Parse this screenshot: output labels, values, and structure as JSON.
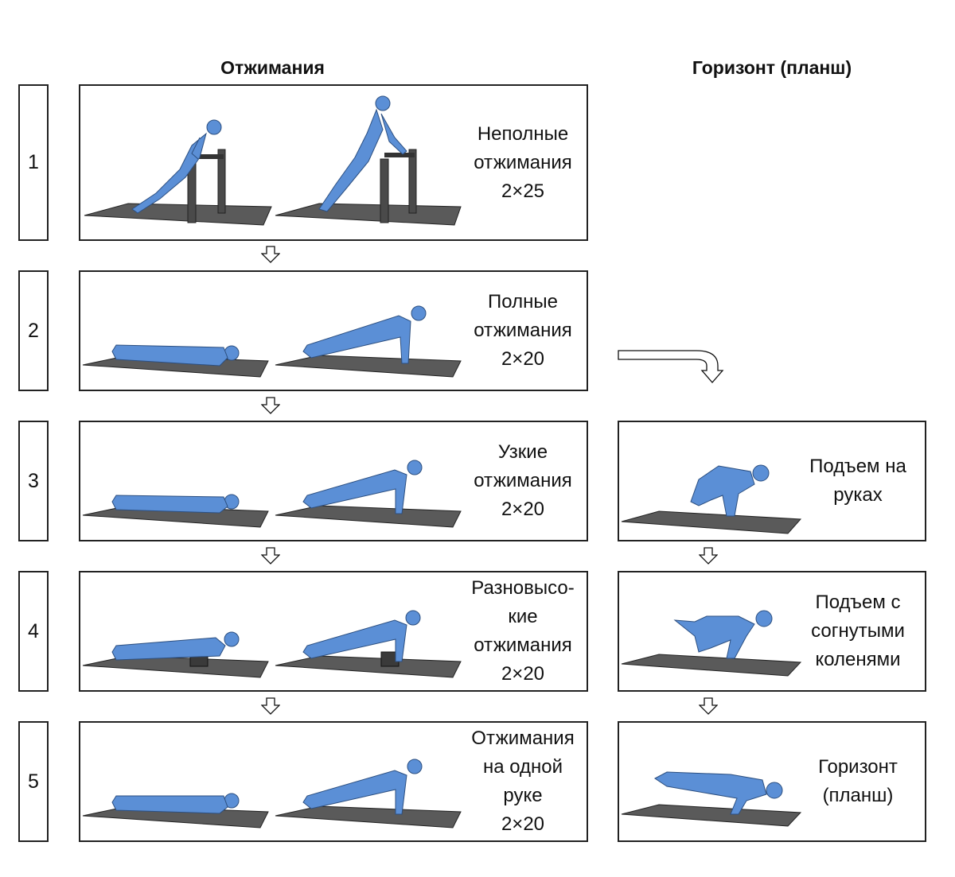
{
  "columns": {
    "pushups": "Отжимания",
    "planche": "Горизонт (планш)"
  },
  "levels": [
    "1",
    "2",
    "3",
    "4",
    "5"
  ],
  "pushup_steps": [
    {
      "lines": [
        "Неполные",
        "отжимания",
        "2×25"
      ],
      "figures": [
        "incline-bar-down",
        "incline-bar-up"
      ]
    },
    {
      "lines": [
        "Полные",
        "отжимания",
        "2×20"
      ],
      "figures": [
        "pushup-down",
        "pushup-up"
      ]
    },
    {
      "lines": [
        "Узкие",
        "отжимания",
        "2×20"
      ],
      "figures": [
        "pushup-down",
        "pushup-up"
      ]
    },
    {
      "lines": [
        "Разновысо-",
        "кие",
        "отжимания",
        "2×20"
      ],
      "figures": [
        "pushup-block-down",
        "pushup-block-up"
      ]
    },
    {
      "lines": [
        "Отжимания",
        "на одной",
        "руке",
        "2×20"
      ],
      "figures": [
        "one-arm-down",
        "one-arm-up"
      ]
    }
  ],
  "planche_steps": [
    {
      "lines": [
        "Подъем на",
        "руках"
      ],
      "figure": "crow-pose"
    },
    {
      "lines": [
        "Подъем с",
        "согнутыми",
        "коленями"
      ],
      "figure": "tuck-planche"
    },
    {
      "lines": [
        "Горизонт",
        "(планш)"
      ],
      "figure": "full-planche"
    }
  ],
  "colors": {
    "figure": "#5b8fd6",
    "figure_dark": "#3a6fb8",
    "mat": "#5a5a5a",
    "border": "#222222"
  }
}
